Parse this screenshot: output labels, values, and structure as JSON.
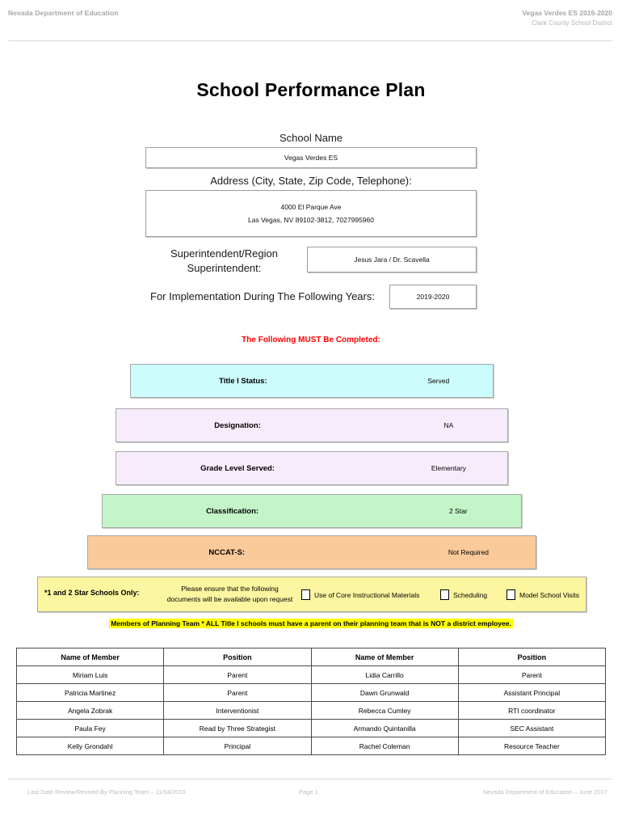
{
  "header": {
    "left": "Nevada Department of Education",
    "right_line1": "Vegas Verdes ES  2019-2020",
    "right_line2": "Clark County School District"
  },
  "title": "School Performance Plan",
  "form": {
    "school_name_label": "School Name",
    "school_name_value": "Vegas Verdes ES",
    "address_label": "Address (City, State, Zip Code, Telephone):",
    "address_line1": "4000 El Parque Ave",
    "address_line2": "Las Vegas, NV  89102-3812, 7027995960",
    "superintendent_label": "Superintendent/Region Superintendent:",
    "superintendent_value": "Jesus Jara / Dr. Scavella",
    "years_label": "For Implementation During The Following Years:",
    "years_value": "2019-2020"
  },
  "must_complete": "The Following MUST Be Completed:",
  "status_bars": [
    {
      "label": "Title I Status:",
      "value": "Served",
      "color": "#ccfcfc"
    },
    {
      "label": "Designation:",
      "value": "NA",
      "color": "#f7ecfb"
    },
    {
      "label": "Grade Level Served:",
      "value": "Elementary",
      "color": "#f7ecfb"
    },
    {
      "label": "Classification:",
      "value": "2 Star",
      "color": "#c4f5c9"
    },
    {
      "label": "NCCAT-S:",
      "value": "Not Required",
      "color": "#fbca9b"
    }
  ],
  "star_schools": {
    "title": "*1 and 2 Star Schools Only:",
    "note_line1": "Please ensure that the following",
    "note_line2": "documents will be available upon request",
    "checkboxes": [
      {
        "label": "Use of Core Instructional Materials",
        "checked": false
      },
      {
        "label": "Scheduling",
        "checked": false
      },
      {
        "label": "Model School Visits",
        "checked": false
      }
    ],
    "background": "#fcf6a0"
  },
  "planning_note": "Members of Planning Team * ALL Title I schools must have a parent on their planning team that is NOT a district employee.",
  "planning_note_highlight": "#ffff00",
  "members_table": {
    "headers": [
      "Name of Member",
      "Position",
      "Name of Member",
      "Position"
    ],
    "rows": [
      [
        "Miriam Luis",
        "Parent",
        "Lidia Carrillo",
        "Parent"
      ],
      [
        "Patricia Martinez",
        "Parent",
        "Dawn Grunwald",
        "Assistant Principal"
      ],
      [
        "Angela Zobrak",
        "Interventionist",
        "Rebecca Cumley",
        "RTI coordinator"
      ],
      [
        "Paula Fey",
        "Read by Three Strategist",
        "Armando Quintanilla",
        "SEC Assistant"
      ],
      [
        "Kelly Grondahl",
        "Principal",
        "Rachel Coleman",
        "Resource Teacher"
      ]
    ]
  },
  "footer": {
    "left": "Last Date Review/Revised By Planning Team – 11/04/2019",
    "center": "Page 1",
    "right": "Nevada Department of Education – June 2017"
  },
  "colors": {
    "alert_red": "#ff0000",
    "highlight_yellow": "#ffff00",
    "header_gray": "#a6a6a6"
  }
}
